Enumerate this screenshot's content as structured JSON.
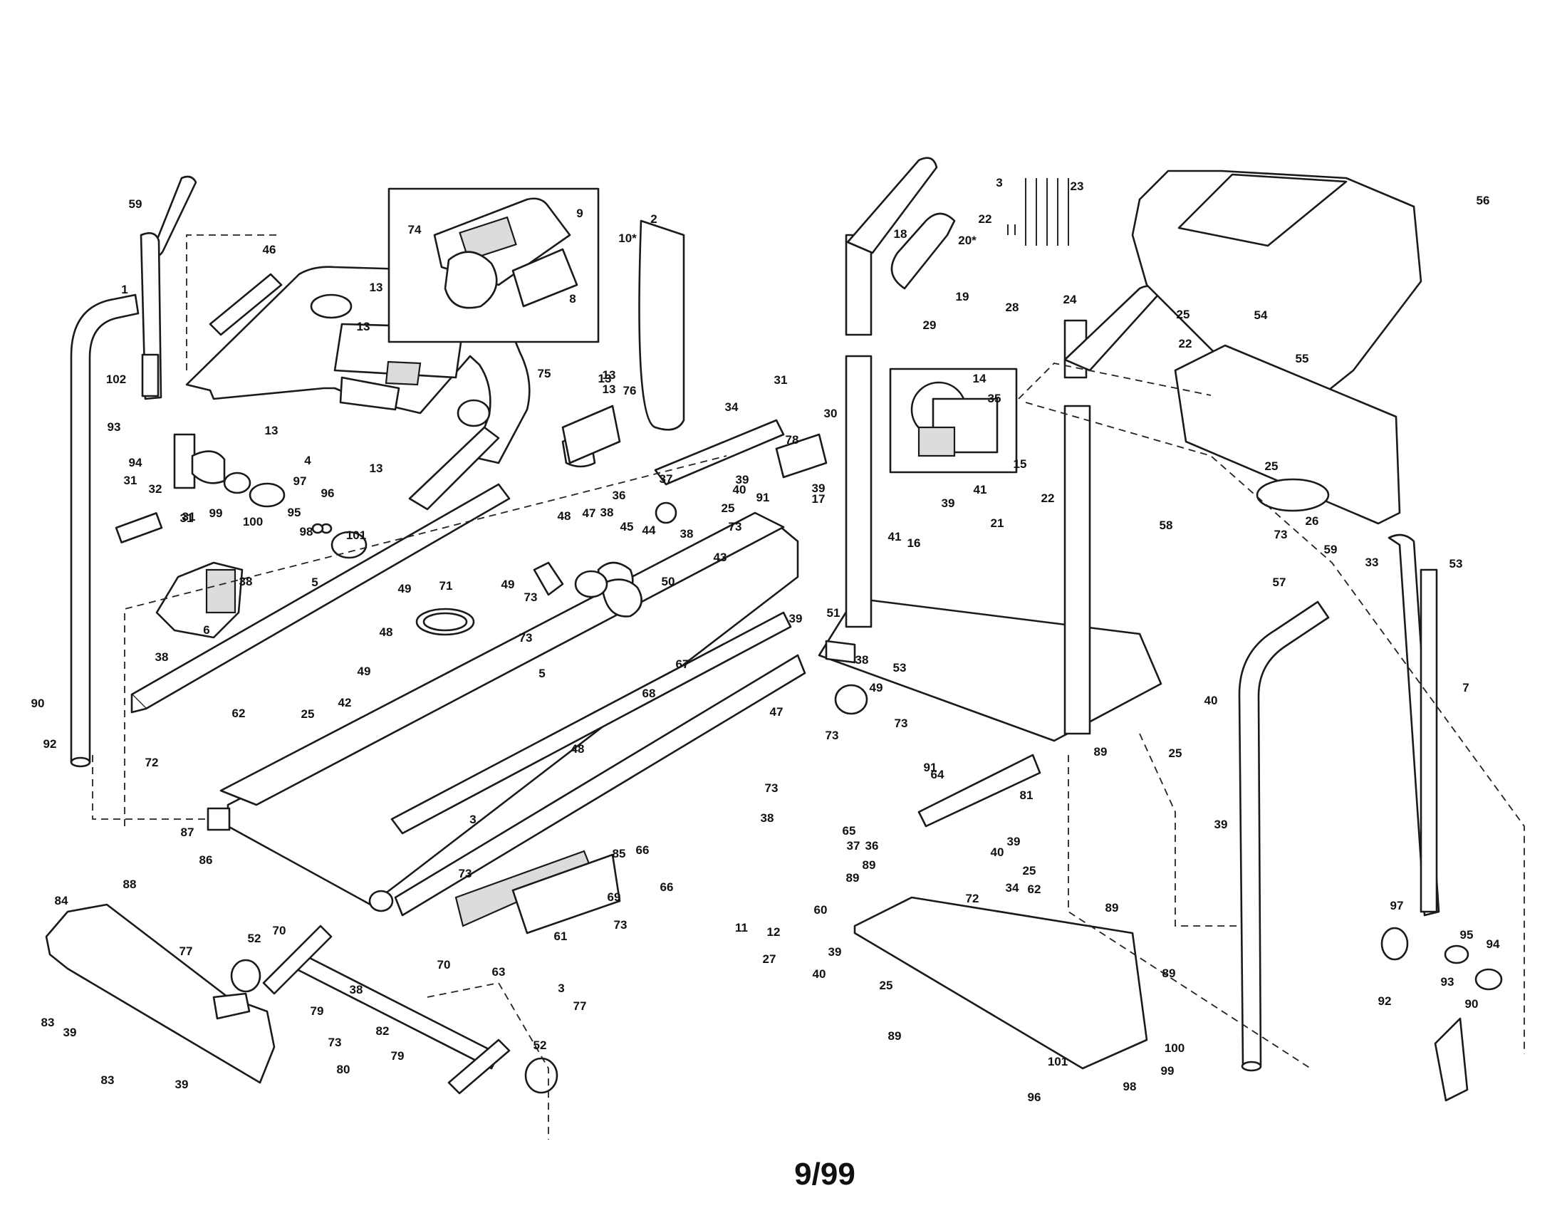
{
  "page_number": "9/99",
  "callouts": [
    "59",
    "1",
    "46",
    "102",
    "93",
    "94",
    "31",
    "32",
    "31",
    "99",
    "100",
    "97",
    "95",
    "96",
    "98",
    "101",
    "31",
    "38",
    "6",
    "38",
    "5",
    "90",
    "92",
    "62",
    "72",
    "87",
    "86",
    "84",
    "88",
    "83",
    "39",
    "83",
    "39",
    "77",
    "52",
    "70",
    "79",
    "38",
    "82",
    "79",
    "52",
    "77",
    "73",
    "80",
    "13",
    "13",
    "13",
    "13",
    "75",
    "74",
    "9",
    "8",
    "10*",
    "2",
    "4",
    "13",
    "13",
    "76",
    "34",
    "13",
    "78",
    "36",
    "37",
    "38",
    "40",
    "39",
    "25",
    "91",
    "48",
    "47",
    "38",
    "45",
    "44",
    "73",
    "43",
    "50",
    "71",
    "49",
    "73",
    "49",
    "73",
    "48",
    "49",
    "42",
    "25",
    "5",
    "67",
    "68",
    "48",
    "39",
    "51",
    "38",
    "53",
    "47",
    "49",
    "73",
    "73",
    "91",
    "64",
    "65",
    "73",
    "38",
    "37",
    "36",
    "39",
    "40",
    "25",
    "34",
    "62",
    "72",
    "81",
    "3",
    "73",
    "85",
    "66",
    "66",
    "69",
    "70",
    "63",
    "73",
    "61",
    "3",
    "11",
    "12",
    "27",
    "20*",
    "18",
    "19",
    "29",
    "28",
    "14",
    "35",
    "41",
    "39",
    "31",
    "30",
    "17",
    "39",
    "41",
    "16",
    "15",
    "22",
    "21",
    "3",
    "22",
    "23",
    "24",
    "22",
    "25",
    "54",
    "55",
    "56",
    "25",
    "73",
    "26",
    "59",
    "33",
    "58",
    "57",
    "53",
    "7",
    "40",
    "25",
    "89",
    "39",
    "89",
    "89",
    "60",
    "89",
    "39",
    "40",
    "25",
    "89",
    "89",
    "101",
    "100",
    "99",
    "98",
    "96",
    "97",
    "95",
    "94",
    "93",
    "92",
    "90"
  ]
}
